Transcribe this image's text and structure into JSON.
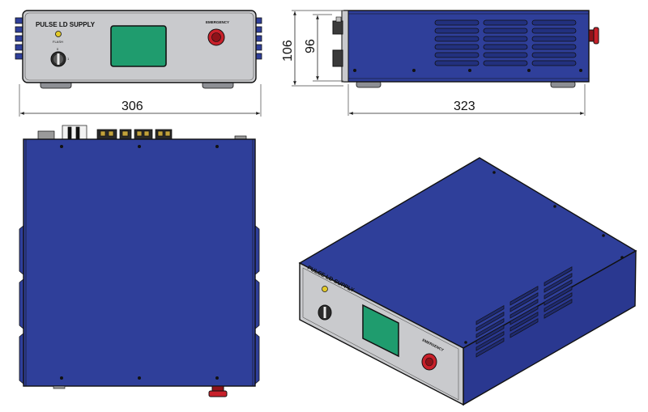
{
  "front_view": {
    "panel_title": "PULSE LD SUPPLY",
    "flash_label": "FLASH",
    "emergency_label": "EMERGENCY"
  },
  "iso_view": {
    "panel_title": "PULSE LD SUPPLY",
    "emergency_label": "EMERGENCY"
  },
  "dimensions": {
    "front_width": "306",
    "side_height_outer": "106",
    "side_height_inner": "96",
    "side_length": "323"
  },
  "colors": {
    "chassis_blue": "#2f3f9a",
    "panel_gray": "#c9cacd",
    "display_green": "#1f9c6e",
    "stop_red": "#c8202a",
    "led_yellow": "#e2c92a"
  }
}
